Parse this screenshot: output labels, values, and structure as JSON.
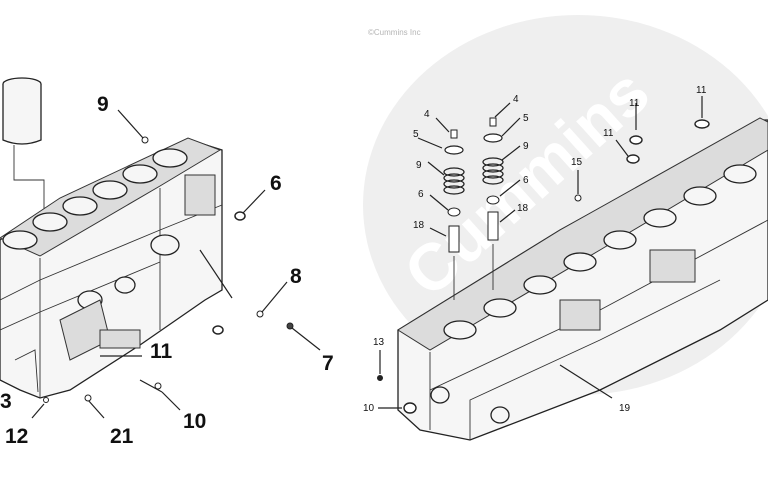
{
  "diagram_title": "",
  "copyright": "©Cummins Inc",
  "watermark": "Cummins",
  "left_callouts": [
    {
      "id": "l9",
      "label": "9"
    },
    {
      "id": "l6",
      "label": "6"
    },
    {
      "id": "l8",
      "label": "8"
    },
    {
      "id": "l7",
      "label": "7"
    },
    {
      "id": "l11",
      "label": "11"
    },
    {
      "id": "l10",
      "label": "10"
    },
    {
      "id": "l21",
      "label": "21"
    },
    {
      "id": "l12",
      "label": "12"
    },
    {
      "id": "l3",
      "label": "3"
    }
  ],
  "right_callouts": [
    {
      "id": "r4a",
      "label": "4"
    },
    {
      "id": "r4b",
      "label": "4"
    },
    {
      "id": "r5a",
      "label": "5"
    },
    {
      "id": "r5b",
      "label": "5"
    },
    {
      "id": "r9a",
      "label": "9"
    },
    {
      "id": "r9b",
      "label": "9"
    },
    {
      "id": "r6a",
      "label": "6"
    },
    {
      "id": "r6b",
      "label": "6"
    },
    {
      "id": "r18a",
      "label": "18"
    },
    {
      "id": "r18b",
      "label": "18"
    },
    {
      "id": "r15",
      "label": "15"
    },
    {
      "id": "r11a",
      "label": "11"
    },
    {
      "id": "r11b",
      "label": "11"
    },
    {
      "id": "r11c",
      "label": "11"
    },
    {
      "id": "r13",
      "label": "13"
    },
    {
      "id": "r10",
      "label": "10"
    },
    {
      "id": "r19",
      "label": "19"
    }
  ]
}
